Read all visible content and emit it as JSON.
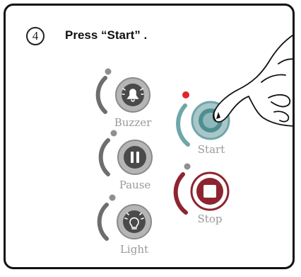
{
  "step": {
    "number": "4",
    "instruction": "Press “Start” ."
  },
  "buttons": [
    {
      "label": "Buzzer",
      "icon": "bell-icon"
    },
    {
      "label": "Pause",
      "icon": "pause-icon"
    },
    {
      "label": "Light",
      "icon": "lightbulb-icon"
    },
    {
      "label": "Start",
      "icon": "start-icon"
    },
    {
      "label": "Stop",
      "icon": "stop-icon"
    }
  ],
  "colors": {
    "frame": "#111111",
    "button_gray": "#b5b5b5",
    "button_dark": "#4a4a4a",
    "arc_gray": "#6e6e6e",
    "start_teal": "#6fa6aa",
    "start_fill": "#a9c7c8",
    "stop_red": "#8e2430",
    "indicator_red": "#e0262c",
    "label_gray": "#9a9a9a"
  }
}
